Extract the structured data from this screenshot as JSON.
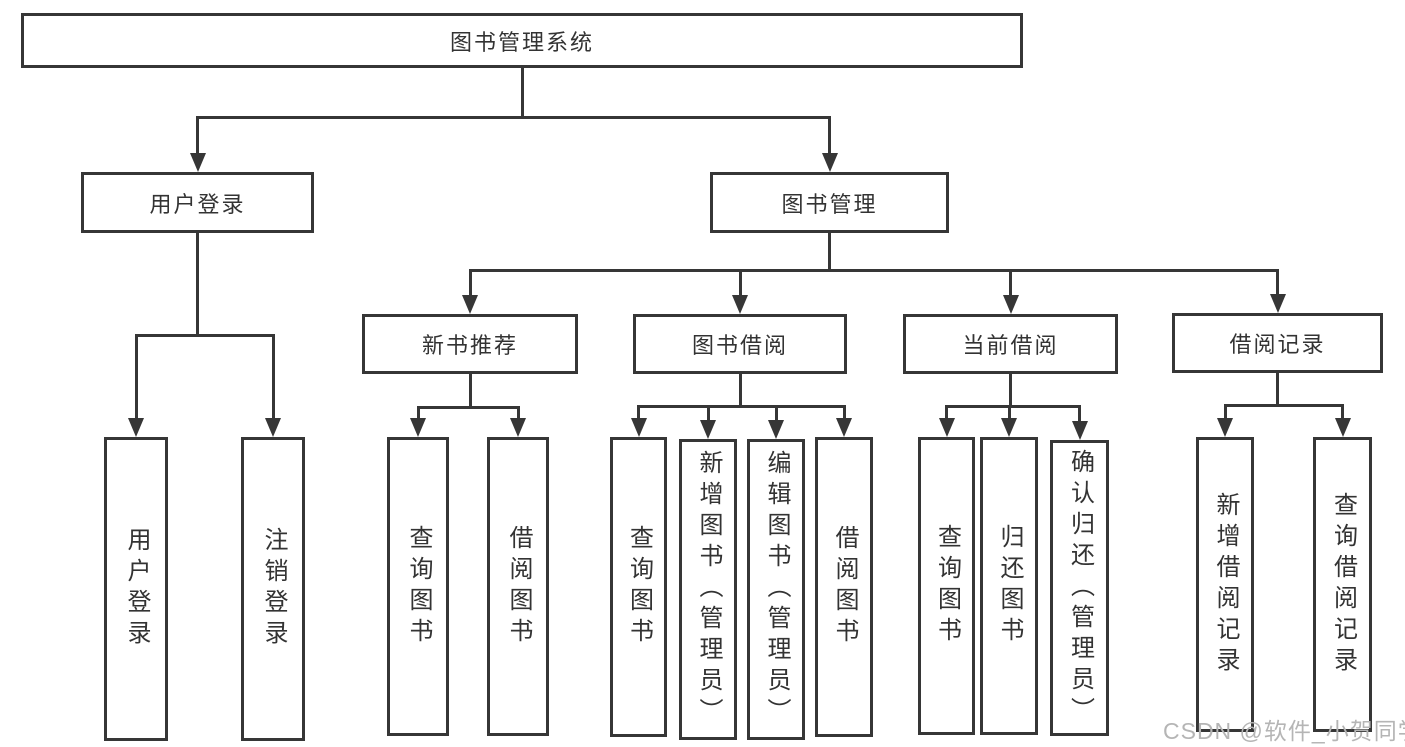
{
  "diagram_title": "图书管理系统",
  "watermark": {
    "text": "CSDN @软件_小贺同学"
  },
  "colors": {
    "background": "#ffffff",
    "box_border": "#363636",
    "line": "#363636",
    "text": "#333333",
    "watermark": "#b5b5b5"
  },
  "tree": {
    "id": "root",
    "label": "图书管理系统",
    "children": [
      {
        "id": "user-login",
        "label": "用户登录",
        "children": [
          {
            "id": "user-login-leaf",
            "label": "用户登录"
          },
          {
            "id": "logout",
            "label": "注销登录"
          }
        ]
      },
      {
        "id": "book-management",
        "label": "图书管理",
        "children": [
          {
            "id": "new-book-recommend",
            "label": "新书推荐",
            "children": [
              {
                "id": "nbr-query-books",
                "label": "查询图书"
              },
              {
                "id": "nbr-borrow-books",
                "label": "借阅图书"
              }
            ]
          },
          {
            "id": "book-borrowing",
            "label": "图书借阅",
            "children": [
              {
                "id": "bb-query-books",
                "label": "查询图书"
              },
              {
                "id": "bb-add-books",
                "label": "新增图书（管理员）"
              },
              {
                "id": "bb-edit-books",
                "label": "编辑图书（管理员）"
              },
              {
                "id": "bb-borrow-books",
                "label": "借阅图书"
              }
            ]
          },
          {
            "id": "current-borrowing",
            "label": "当前借阅",
            "children": [
              {
                "id": "cb-query-books",
                "label": "查询图书"
              },
              {
                "id": "cb-return-books",
                "label": "归还图书"
              },
              {
                "id": "cb-confirm-return",
                "label": "确认归还（管理员）"
              }
            ]
          },
          {
            "id": "borrow-records",
            "label": "借阅记录",
            "children": [
              {
                "id": "br-add-record",
                "label": "新增借阅记录"
              },
              {
                "id": "br-query-record",
                "label": "查询借阅记录"
              }
            ]
          }
        ]
      }
    ]
  }
}
